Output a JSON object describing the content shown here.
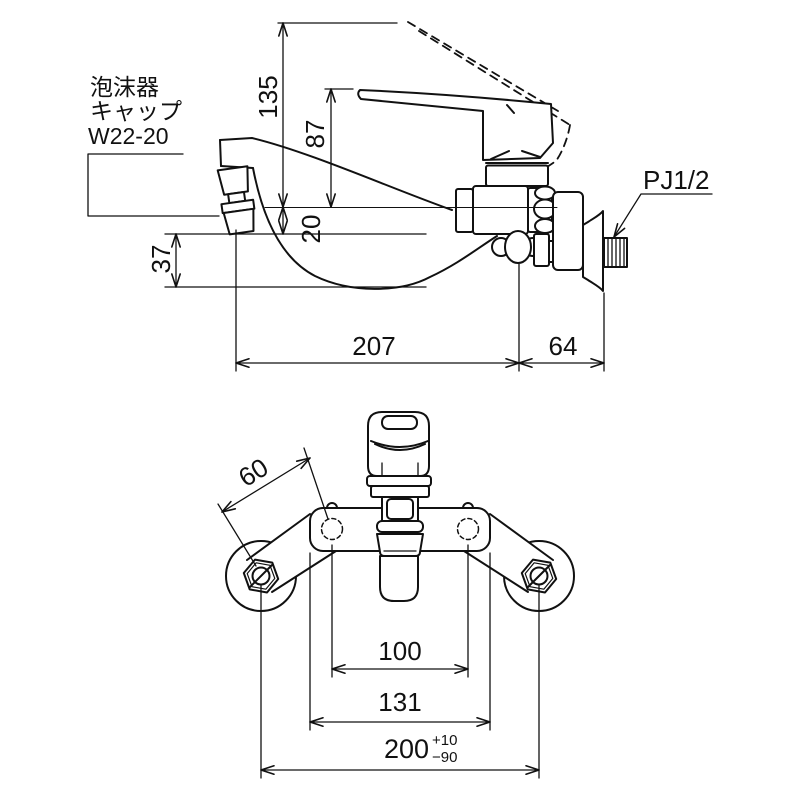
{
  "drawing_title": "Wall-mount single-lever faucet dimension drawing",
  "labels": {
    "aerator_1": "泡沫器",
    "aerator_2": "キャップ",
    "aerator_3": "W22-20",
    "thread_type": "PJ1/2"
  },
  "side_view_dims": {
    "overall_height": "135",
    "handle_height": "87",
    "outlet_drop": "20",
    "outlet_clearance": "37",
    "spout_reach": "207",
    "wall_center": "64"
  },
  "front_view_dims": {
    "leg_length": "60",
    "upper_pitch": "100",
    "body_width": "131",
    "mount_pitch": "200",
    "tol_plus": "+10",
    "tol_minus": "−90"
  }
}
